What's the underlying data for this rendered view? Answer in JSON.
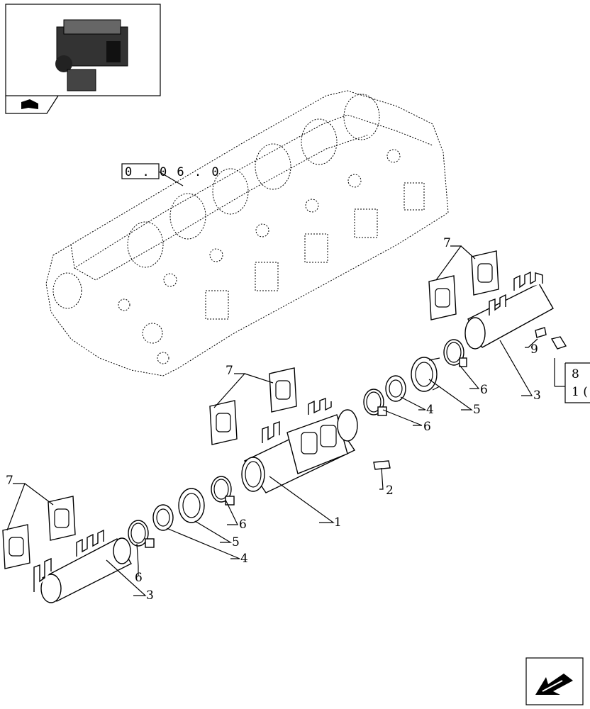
{
  "reference_box": {
    "text": "0 . 0 6 . 0"
  },
  "side_reference": {
    "line1": "8",
    "line2": "1 ("
  },
  "callouts": [
    "1",
    "2",
    "3",
    "3",
    "4",
    "4",
    "5",
    "5",
    "6",
    "6",
    "6",
    "6",
    "7",
    "7",
    "7",
    "9"
  ],
  "icons": {
    "thumbnail": "engine-thumbnail-icon",
    "book": "catalog-book-icon",
    "next": "next-page-arrow-icon"
  }
}
